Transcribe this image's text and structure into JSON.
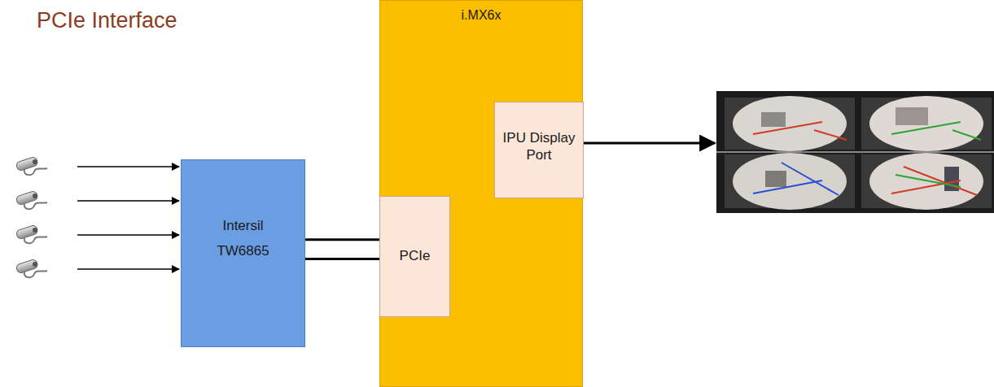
{
  "diagram": {
    "title": "PCIe Interface",
    "nodes": [
      {
        "text": [
          "Intersil",
          "TW6865"
        ]
      },
      {
        "text": [
          "i.MX6x"
        ]
      },
      {
        "text": [
          "PCIe"
        ],
        "in": 1
      },
      {
        "text": [
          "IPU Display Port"
        ],
        "in": 1
      }
    ],
    "edges": [
      {
        "from": 0,
        "to": 2,
        "arrow": "none"
      },
      {
        "from": 0,
        "to": 2,
        "arrow": "none"
      }
    ]
  }
}
